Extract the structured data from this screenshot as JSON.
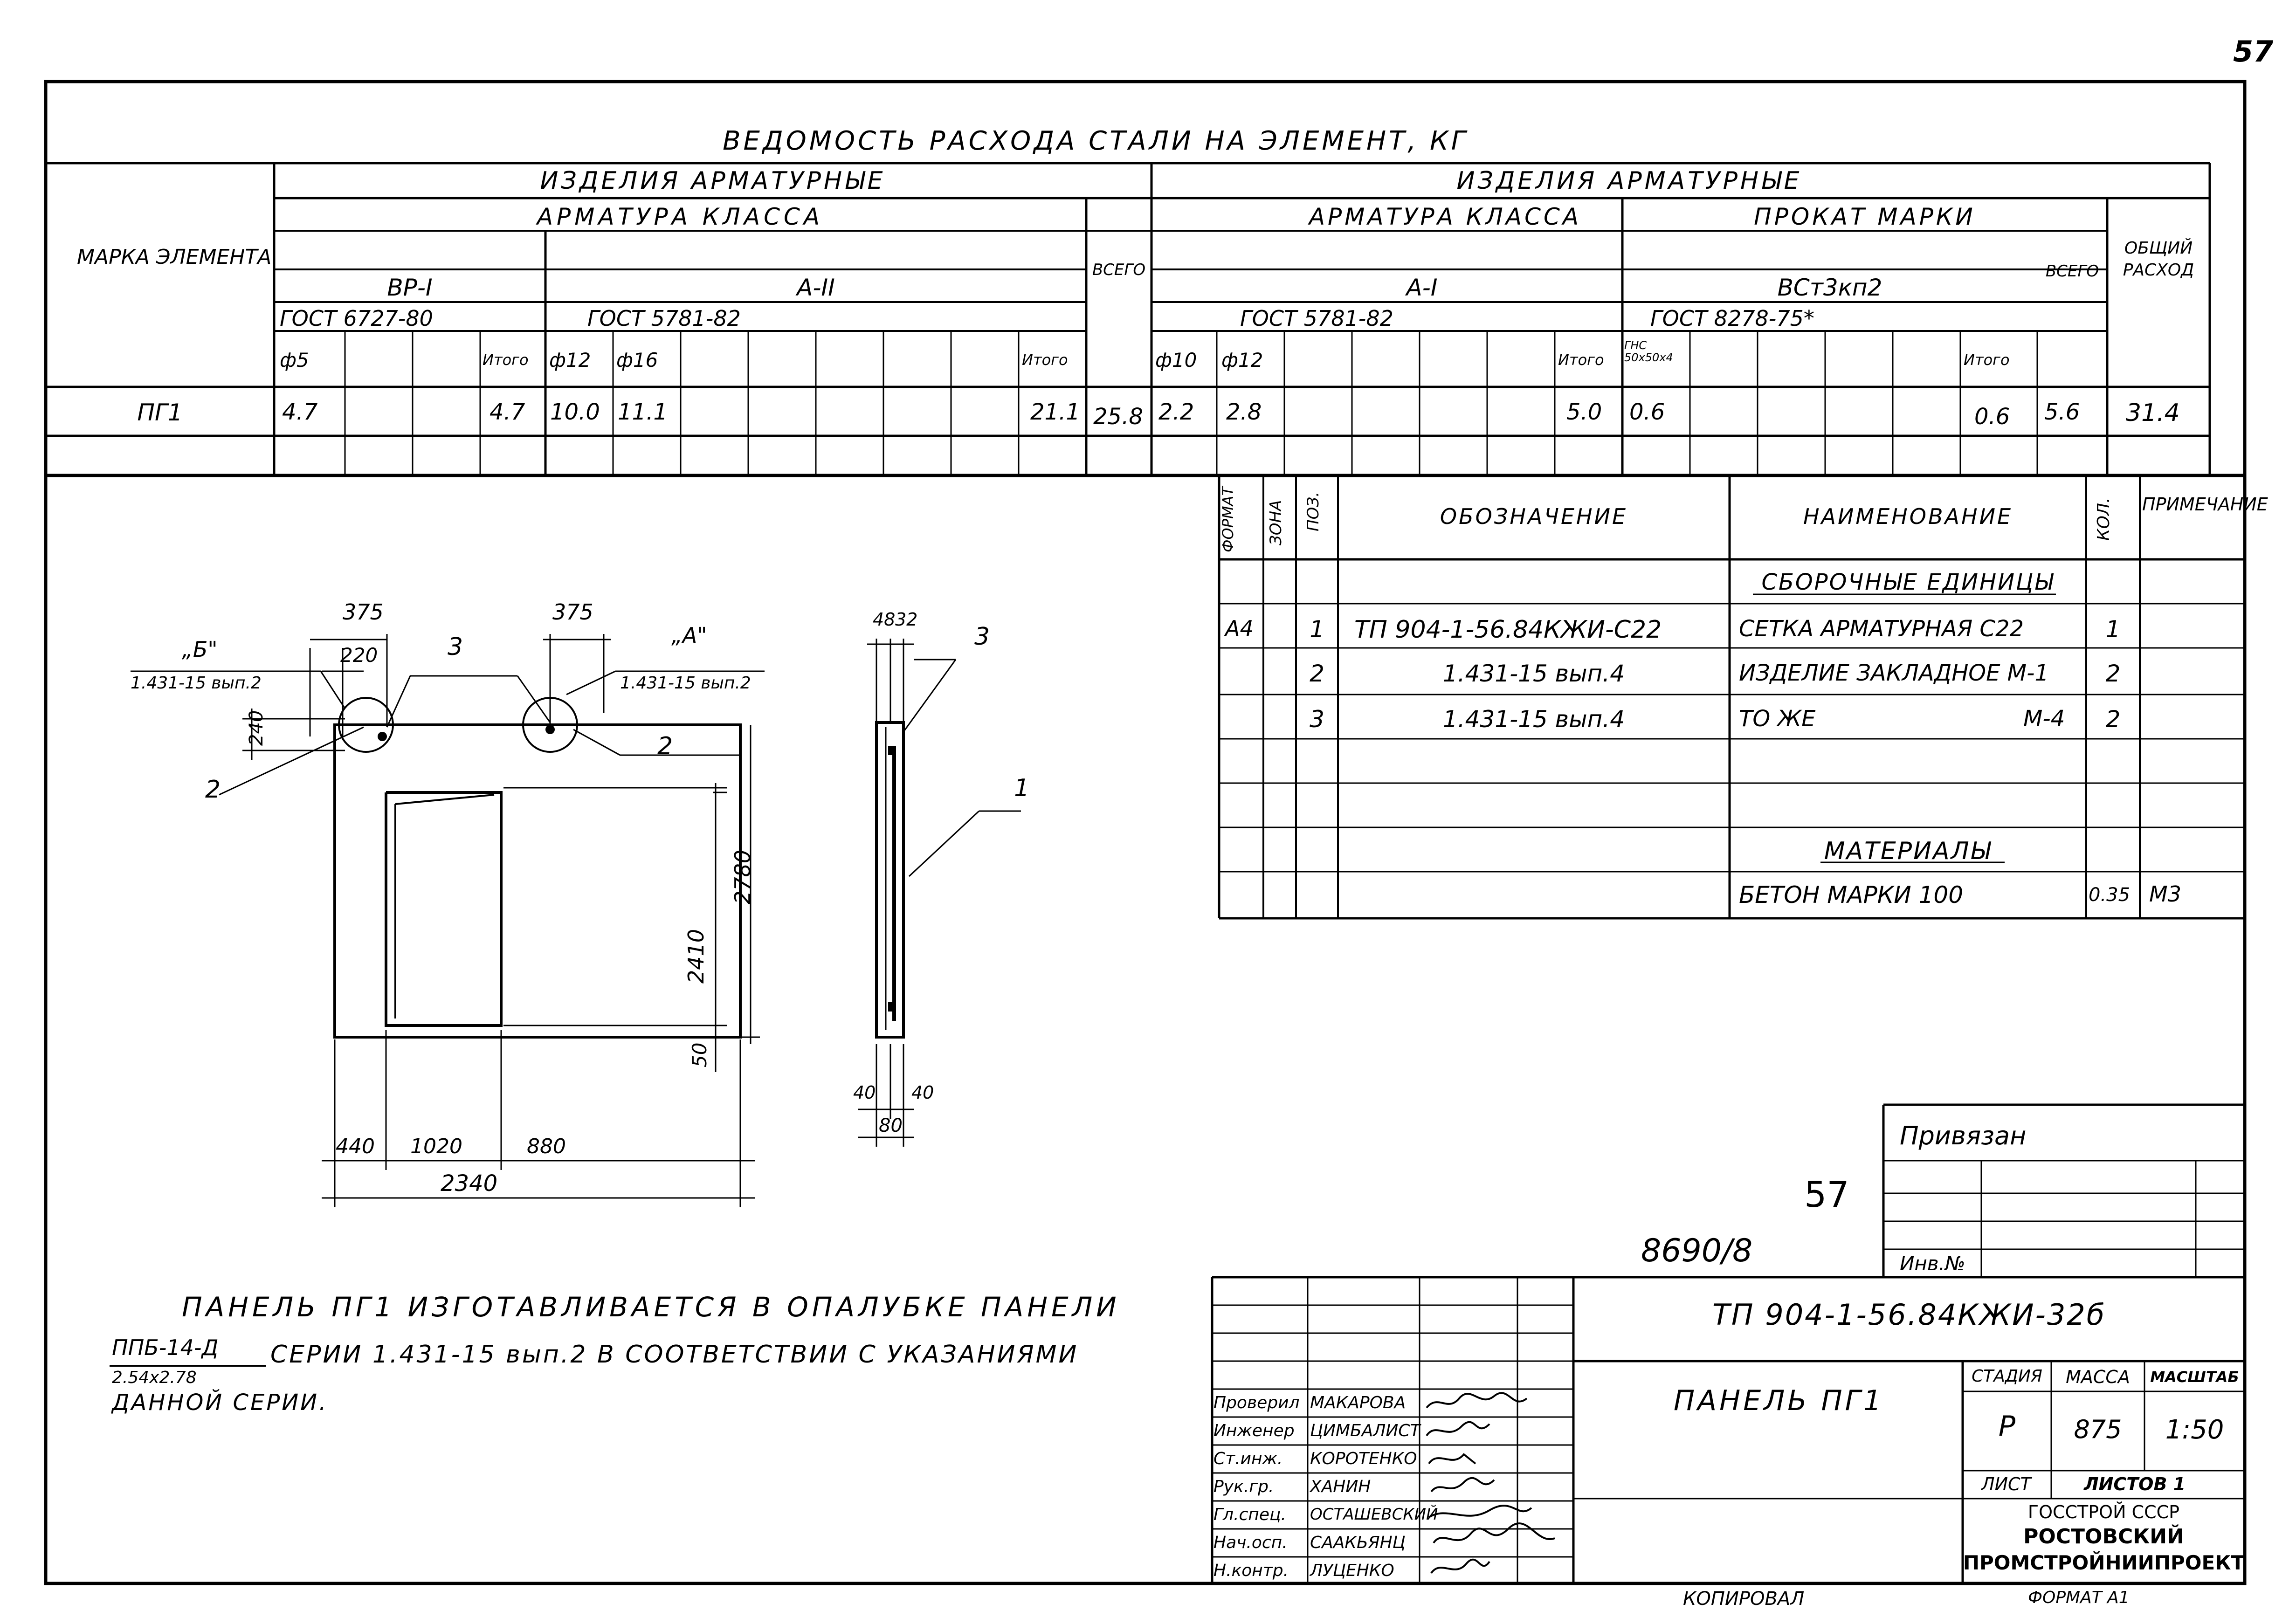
{
  "page_number": "57",
  "steel": {
    "title": "ВЕДОМОСТЬ РАСХОДА СТАЛИ НА ЭЛЕМЕНТ, КГ",
    "mark_header": "МАРКА ЭЛЕМЕНТА",
    "group_left": "ИЗДЕЛИЯ АРМАТУРНЫЕ",
    "group_right": "ИЗДЕЛИЯ АРМАТУРНЫЕ",
    "class_left": "АРМАТУРА КЛАССА",
    "class_right": "АРМАТУРА КЛАССА",
    "prokat": "ПРОКАТ МАРКИ",
    "bp1": "ВР-I",
    "a2": "A-II",
    "a1": "A-I",
    "vst": "ВСт3кп2",
    "gost_bp": "ГОСТ 6727-80",
    "gost_a2": "ГОСТ 5781-82",
    "gost_a1": "ГОСТ 5781-82",
    "gost_prokat": "ГОСТ 8278-75*",
    "total_l": "ВСЕГО",
    "total_r": "ВСЕГО",
    "general": "ОБЩИЙ РАСХОД",
    "h_d5": "ф5",
    "h_itogo1": "Итого",
    "h_d12": "ф12",
    "h_d16": "ф16",
    "h_itogo2": "Итого",
    "h_d10": "ф10",
    "h_d12b": "ф12",
    "h_itogo3": "Итого",
    "h_gns": "ГНС 50х50х4",
    "h_itogo4": "Итого",
    "row": {
      "mark": "ПГ1",
      "d5": "4.7",
      "it1": "4.7",
      "d12": "10.0",
      "d16": "11.1",
      "it2": "21.1",
      "tot1": "25.8",
      "d10": "2.2",
      "d12b": "2.8",
      "it3": "5.0",
      "gns": "0.6",
      "it4": "0.6",
      "tot2": "5.6",
      "gen": "31.4"
    }
  },
  "spec": {
    "h_format": "ФОРМАТ",
    "h_zone": "ЗОНА",
    "h_pos": "ПОЗ.",
    "h_desig": "ОБОЗНАЧЕНИЕ",
    "h_name": "НАИМЕНОВАНИЕ",
    "h_qty": "КОЛ.",
    "h_note": "ПРИМЕЧАНИЕ",
    "section1": "СБОРОЧНЫЕ ЕДИНИЦЫ",
    "rows": [
      {
        "format": "А4",
        "pos": "1",
        "desig": "ТП 904-1-56.84КЖИ-С22",
        "name": "СЕТКА АРМАТУРНАЯ С22",
        "qty": "1"
      },
      {
        "format": "",
        "pos": "2",
        "desig": "1.431-15 вып.4",
        "name": "ИЗДЕЛИЕ ЗАКЛАДНОЕ М-1",
        "qty": "2"
      },
      {
        "format": "",
        "pos": "3",
        "desig": "1.431-15 вып.4",
        "name": "ТО ЖЕ",
        "name2": "М-4",
        "qty": "2"
      }
    ],
    "section2": "МАТЕРИАЛЫ",
    "beton": "БЕТОН МАРКИ 100",
    "beton_qty": "0.35",
    "beton_unit": "М3"
  },
  "drawing": {
    "dim_375a": "375",
    "dim_220": "220",
    "dim_375b": "375",
    "dim_240": "240",
    "b_mark": "„Б\"",
    "b_ref": "1.431-15 вып.2",
    "a_mark": "„А\"",
    "a_ref": "1.431-15 вып.2",
    "pos3": "3",
    "pos2a": "2",
    "pos2b": "2",
    "dim_2780": "2780",
    "dim_2410": "2410",
    "dim_50": "50",
    "dim_440": "440",
    "dim_1020": "1020",
    "dim_880": "880",
    "dim_2340": "2340",
    "side_48": "48",
    "side_32": "32",
    "side_pos3": "3",
    "side_pos1": "1",
    "side_40a": "40",
    "side_40b": "40",
    "side_80": "80"
  },
  "note": {
    "line1": "ПАНЕЛЬ ПГ1 ИЗГОТАВЛИВАЕТСЯ В ОПАЛУБКЕ ПАНЕЛИ",
    "frac_top": "ППБ-14-Д",
    "frac_bot": "2.54х2.78",
    "line2": "СЕРИИ 1.431-15 вып.2 В СООТВЕТСТВИИ С УКАЗАНИЯМИ",
    "line3": "ДАННОЙ СЕРИИ."
  },
  "stamp": {
    "privyazan": "Привязан",
    "inv": "Инв.№",
    "num57": "57",
    "num8690": "8690/8",
    "code": "ТП 904-1-56.84КЖИ-32б",
    "title": "ПАНЕЛЬ ПГ1",
    "stadiya": "СТАДИЯ",
    "massa": "МАССА",
    "masshtab": "МАСШТАБ",
    "stadiya_v": "Р",
    "massa_v": "875",
    "masshtab_v": "1:50",
    "list": "ЛИСТ",
    "listov": "ЛИСТОВ 1",
    "org1": "ГОССТРОЙ СССР",
    "org2": "РОСТОВСКИЙ",
    "org3": "ПРОМСТРОЙНИИПРОЕКТ",
    "people": [
      {
        "role": "Проверил",
        "name": "МАКАРОВА"
      },
      {
        "role": "Инженер",
        "name": "ЦИМБАЛИСТ"
      },
      {
        "role": "Ст.инж.",
        "name": "КОРОТЕНКО"
      },
      {
        "role": "Рук.гр.",
        "name": "ХАНИН"
      },
      {
        "role": "Гл.спец.",
        "name": "ОСТАШЕВСКИЙ"
      },
      {
        "role": "Нач.осп.",
        "name": "СААКЬЯНЦ"
      },
      {
        "role": "Н.контр.",
        "name": "ЛУЦЕНКО"
      }
    ],
    "kopiroval": "КОПИРОВАЛ",
    "format": "ФОРМАТ А1"
  }
}
